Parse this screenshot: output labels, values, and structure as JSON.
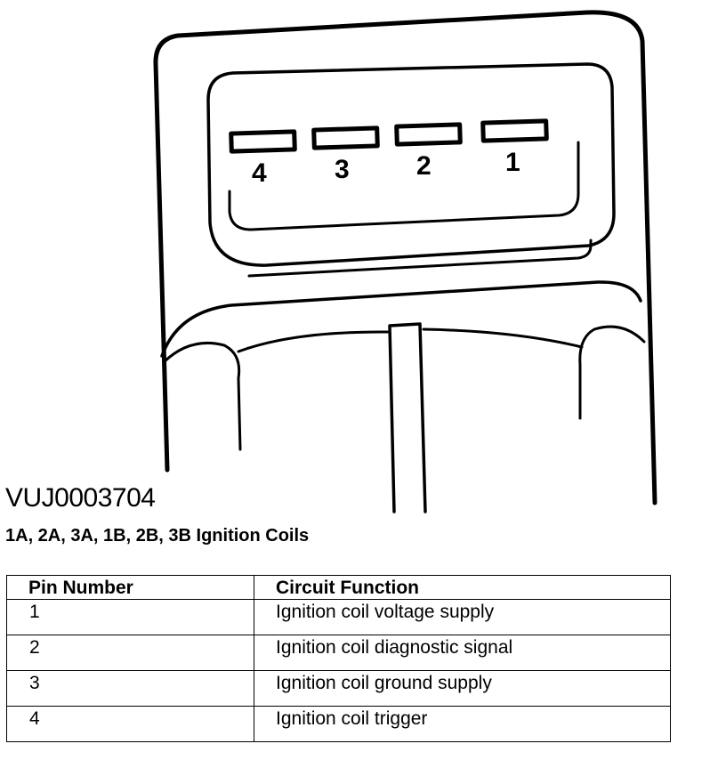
{
  "diagram": {
    "pins": [
      {
        "label": "4"
      },
      {
        "label": "3"
      },
      {
        "label": "2"
      },
      {
        "label": "1"
      }
    ]
  },
  "figure_id": "VUJ0003704",
  "caption": "1A, 2A, 3A, 1B, 2B, 3B Ignition Coils",
  "table": {
    "headers": {
      "pin": "Pin Number",
      "function": "Circuit Function"
    },
    "rows": [
      {
        "pin": "1",
        "function": "Ignition coil voltage supply"
      },
      {
        "pin": "2",
        "function": "Ignition coil diagnostic signal"
      },
      {
        "pin": "3",
        "function": "Ignition coil ground supply"
      },
      {
        "pin": "4",
        "function": "Ignition coil trigger"
      }
    ]
  }
}
